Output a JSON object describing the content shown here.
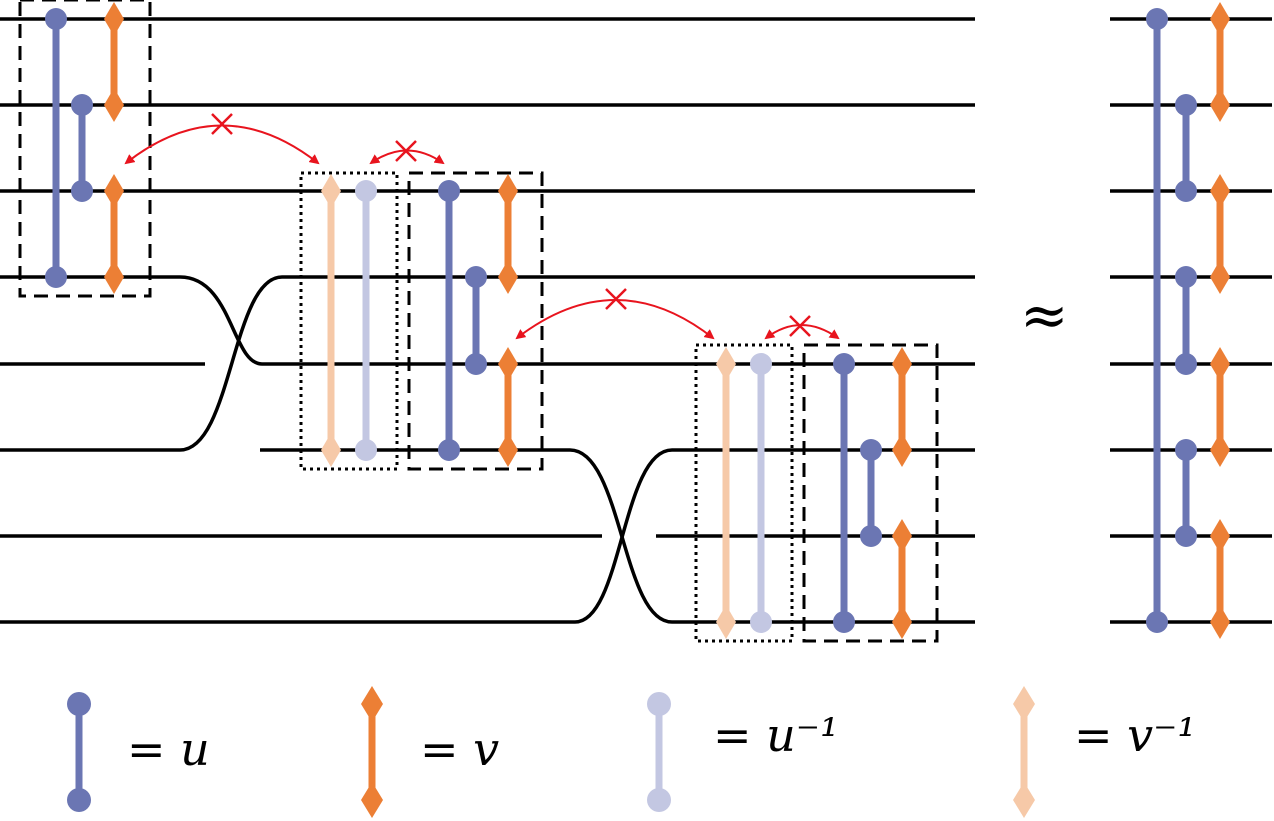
{
  "colors": {
    "u": "#6b76b3",
    "v": "#ec7f35",
    "u_inv": "#c3c7e2",
    "v_inv": "#f6c9a8",
    "wire": "#000000",
    "forbidden": "#e8141e"
  },
  "approx_symbol": "≈",
  "legend": {
    "u": "= u",
    "v": "= v",
    "u_inv": "= u⁻¹",
    "v_inv": "= v⁻¹"
  }
}
